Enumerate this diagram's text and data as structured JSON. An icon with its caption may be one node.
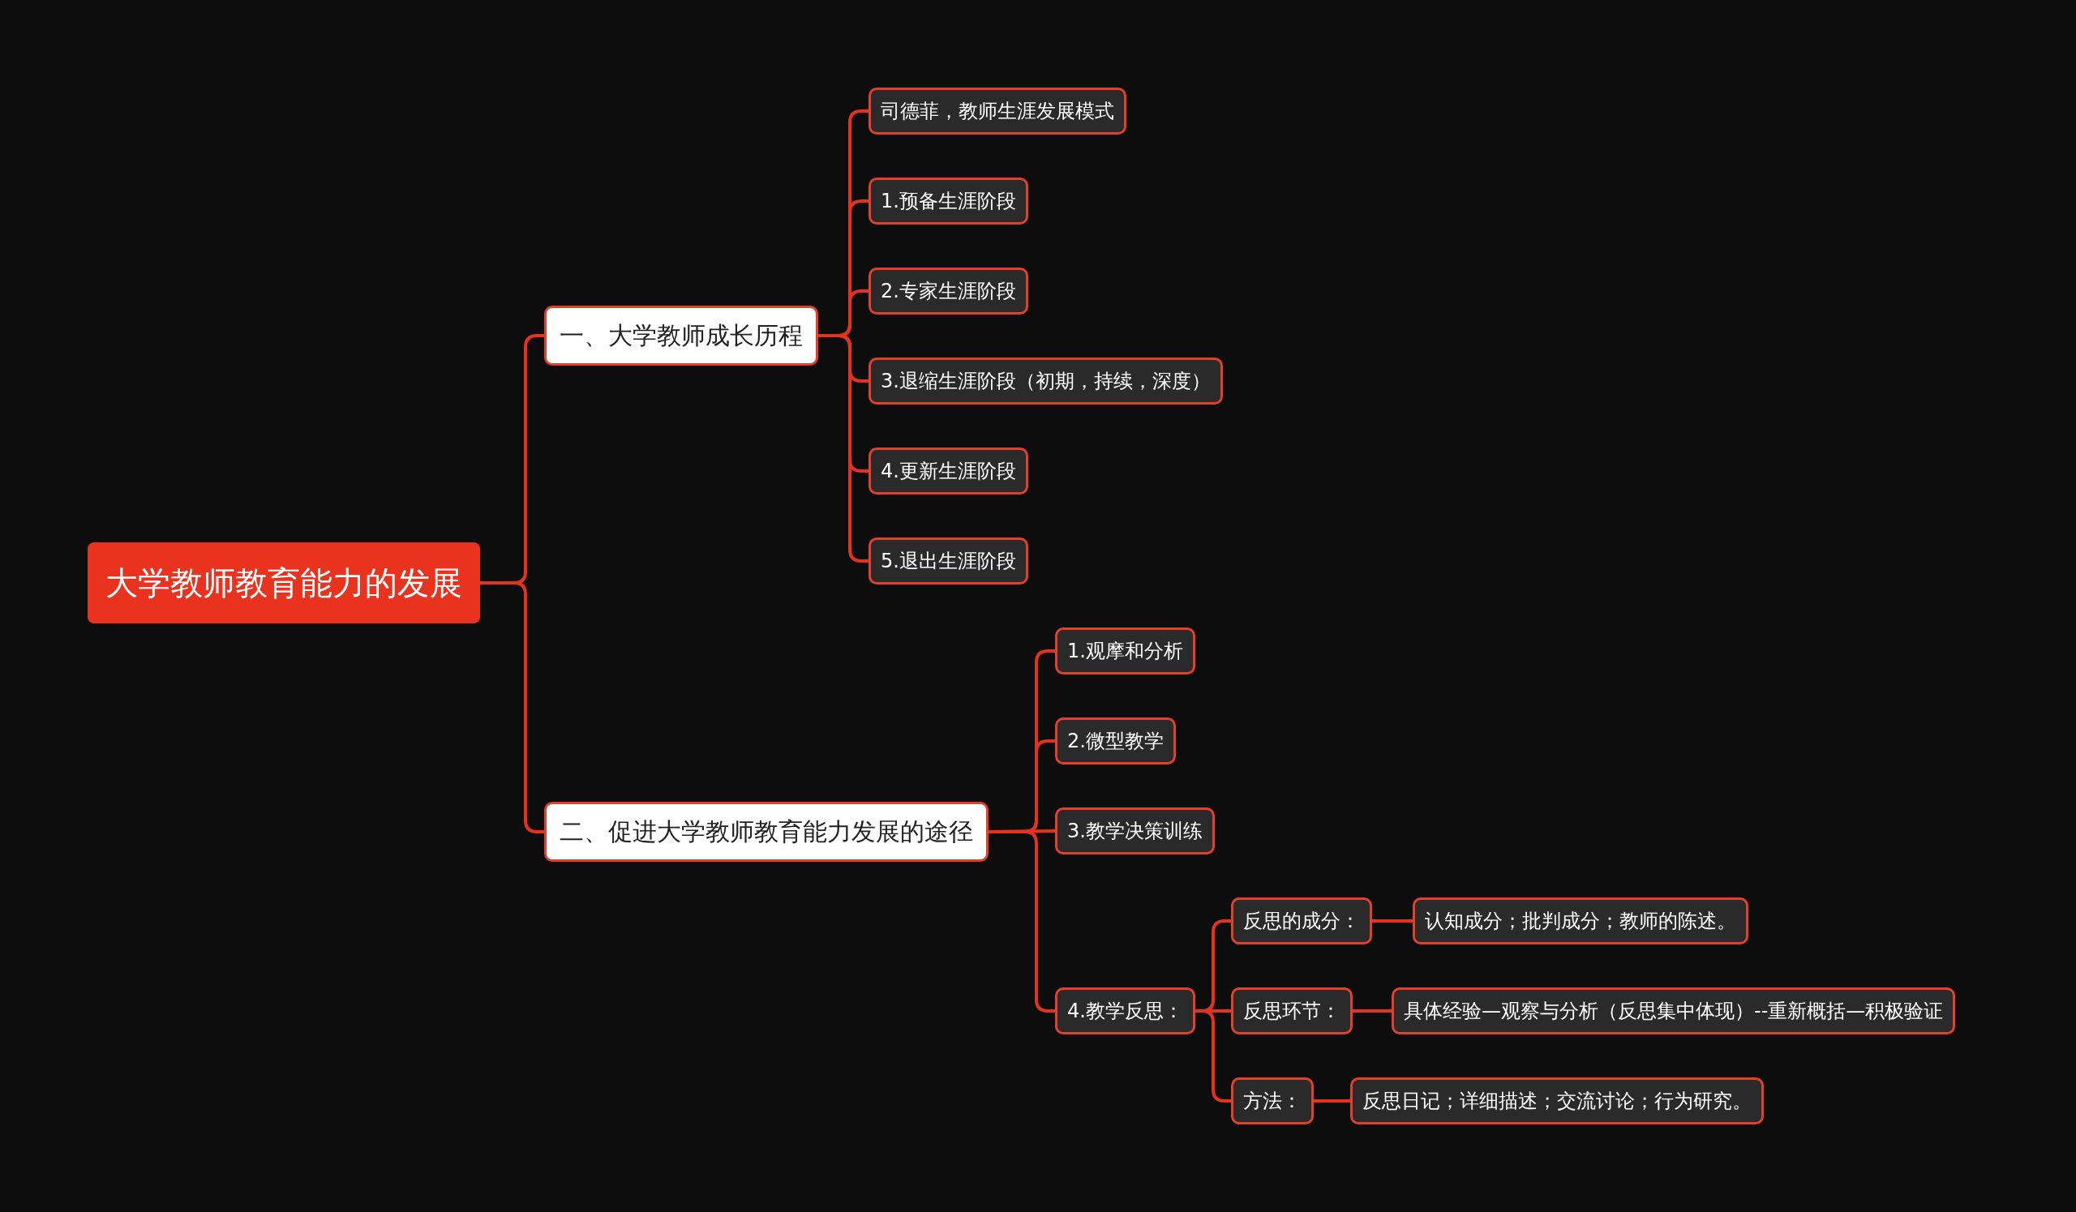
{
  "diagram": {
    "nodes": [
      {
        "text": [
          "大学教师教育能力的发展"
        ]
      },
      {
        "text": [
          "一、大学教师成长历程"
        ]
      },
      {
        "text": [
          "司德菲，教师生涯发展模式"
        ]
      },
      {
        "text": [
          "1.预备生涯阶段"
        ]
      },
      {
        "text": [
          "2.专家生涯阶段"
        ]
      },
      {
        "text": [
          "3.退缩生涯阶段（初期，持续，深度）"
        ]
      },
      {
        "text": [
          "4.更新生涯阶段"
        ]
      },
      {
        "text": [
          "5.退出生涯阶段"
        ]
      },
      {
        "text": [
          "二、促进大学教师教育能力发展的途径"
        ]
      },
      {
        "text": [
          "1.观摩和分析"
        ]
      },
      {
        "text": [
          "2.微型教学"
        ]
      },
      {
        "text": [
          "3.教学决策训练"
        ]
      },
      {
        "text": [
          "4.教学反思："
        ]
      },
      {
        "text": [
          "反思的成分："
        ]
      },
      {
        "text": [
          "反思环节："
        ]
      },
      {
        "text": [
          "方法："
        ]
      },
      {
        "text": [
          "认知成分；批判成分；教师的陈述。"
        ]
      },
      {
        "text": [
          "具体经验—观察与分析（反思集中体现）--重新概括—积极验证"
        ]
      },
      {
        "text": [
          "反思日记；详细描述；交流讨论；行为研究。"
        ]
      }
    ],
    "edges": [
      {
        "from": 0,
        "to": 1,
        "arrow": "none"
      },
      {
        "from": 0,
        "to": 8,
        "arrow": "none"
      },
      {
        "from": 1,
        "to": 2,
        "arrow": "none"
      },
      {
        "from": 1,
        "to": 3,
        "arrow": "none"
      },
      {
        "from": 1,
        "to": 4,
        "arrow": "none"
      },
      {
        "from": 1,
        "to": 5,
        "arrow": "none"
      },
      {
        "from": 1,
        "to": 6,
        "arrow": "none"
      },
      {
        "from": 1,
        "to": 7,
        "arrow": "none"
      },
      {
        "from": 8,
        "to": 9,
        "arrow": "none"
      },
      {
        "from": 8,
        "to": 10,
        "arrow": "none"
      },
      {
        "from": 8,
        "to": 11,
        "arrow": "none"
      },
      {
        "from": 8,
        "to": 12,
        "arrow": "none"
      },
      {
        "from": 12,
        "to": 13,
        "arrow": "none"
      },
      {
        "from": 12,
        "to": 14,
        "arrow": "none"
      },
      {
        "from": 12,
        "to": 15,
        "arrow": "none"
      },
      {
        "from": 13,
        "to": 16,
        "arrow": "none"
      },
      {
        "from": 14,
        "to": 17,
        "arrow": "none"
      },
      {
        "from": 15,
        "to": 18,
        "arrow": "none"
      }
    ]
  }
}
